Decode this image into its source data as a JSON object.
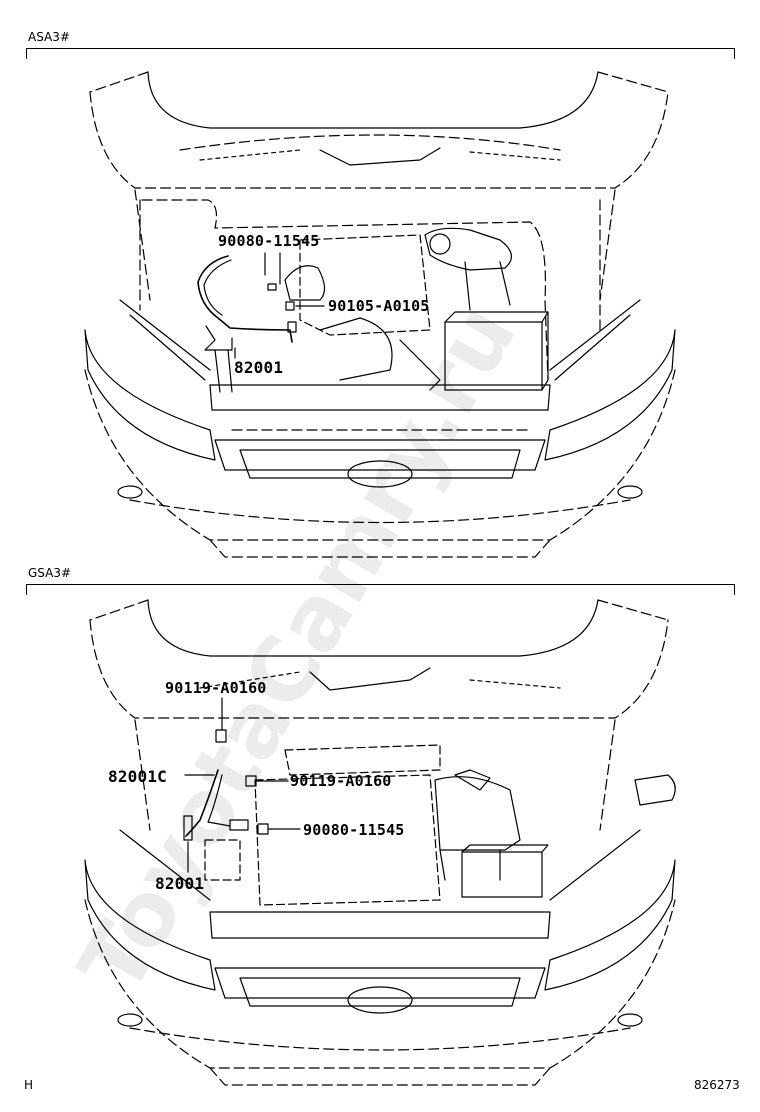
{
  "sections": [
    {
      "title": "ASA3#",
      "callouts": [
        {
          "id": "a1",
          "text": "90080-11545"
        },
        {
          "id": "a2",
          "text": "90105-A0105"
        },
        {
          "id": "a3",
          "text": "82001"
        }
      ]
    },
    {
      "title": "GSA3#",
      "callouts": [
        {
          "id": "b1",
          "text": "90119-A0160"
        },
        {
          "id": "b2",
          "text": "82001C"
        },
        {
          "id": "b3",
          "text": "90119-A0160"
        },
        {
          "id": "b4",
          "text": "90080-11545"
        },
        {
          "id": "b5",
          "text": "82001"
        }
      ]
    }
  ],
  "footer": {
    "left": "H",
    "right": "826273"
  },
  "watermark": "ToyotaCamry.ru",
  "colors": {
    "line": "#000000",
    "watermark": "#e8e8e8"
  }
}
